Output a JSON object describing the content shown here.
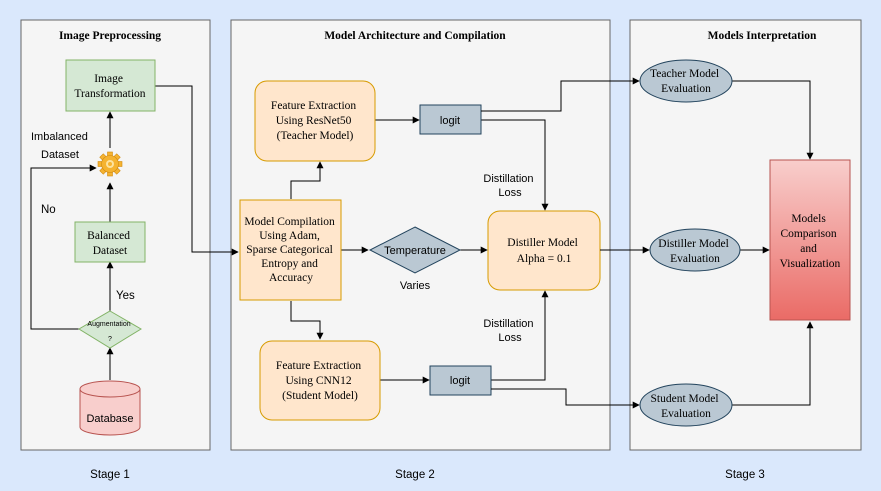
{
  "panels": {
    "stage1_title": "Image Preprocessing",
    "stage2_title": "Model Architecture and Compilation",
    "stage3_title": "Models Interpretation"
  },
  "stage_labels": [
    "Stage 1",
    "Stage 2",
    "Stage 3"
  ],
  "stage1": {
    "image_transformation": [
      "Image",
      "Transformation"
    ],
    "imbalanced_dataset": [
      "Imbalanced",
      "Dataset"
    ],
    "no_label": "No",
    "balanced_dataset": [
      "Balanced",
      "Dataset"
    ],
    "yes_label": "Yes",
    "augmentation": [
      "Augmentation",
      "?"
    ],
    "database": "Database"
  },
  "stage2": {
    "teacher_feature": [
      "Feature Extraction",
      "Using ResNet50",
      "(Teacher Model)"
    ],
    "teacher_logit": "logit",
    "compilation": [
      "Model Compilation",
      "Using Adam,",
      "Sparse Categorical",
      "Entropy and",
      "Accuracy"
    ],
    "temperature": "Temperature",
    "varies": "Varies",
    "distiller": [
      "Distiller Model",
      "Alpha = 0.1"
    ],
    "distillation_loss_top": [
      "Distillation",
      "Loss"
    ],
    "distillation_loss_bottom": [
      "Distillation",
      "Loss"
    ],
    "student_feature": [
      "Feature Extraction",
      "Using CNN12",
      "(Student Model)"
    ],
    "student_logit": "logit"
  },
  "stage3": {
    "teacher_eval": [
      "Teacher Model",
      "Evaluation"
    ],
    "distiller_eval": [
      "Distiller Model",
      "Evaluation"
    ],
    "student_eval": [
      "Student Model",
      "Evaluation"
    ],
    "comparison": [
      "Models",
      "Comparison",
      "and",
      "Visualization"
    ]
  },
  "colors": {
    "background": "#dae8fc",
    "panel_fill": "#f5f5f5",
    "panel_stroke": "#666666",
    "green_fill": "#d5e8d4",
    "green_stroke": "#82b366",
    "orange_fill": "#ffe6cc",
    "orange_stroke": "#d79b00",
    "blue_grey_fill": "#bac8d3",
    "blue_grey_stroke": "#23445d",
    "red_top": "#f8cecc",
    "red_bottom": "#ea6b66",
    "red_stroke": "#b85450",
    "gear": "#f5b331",
    "arrow": "#000000"
  },
  "icons": {
    "dataset_gear": "gear-icon"
  }
}
